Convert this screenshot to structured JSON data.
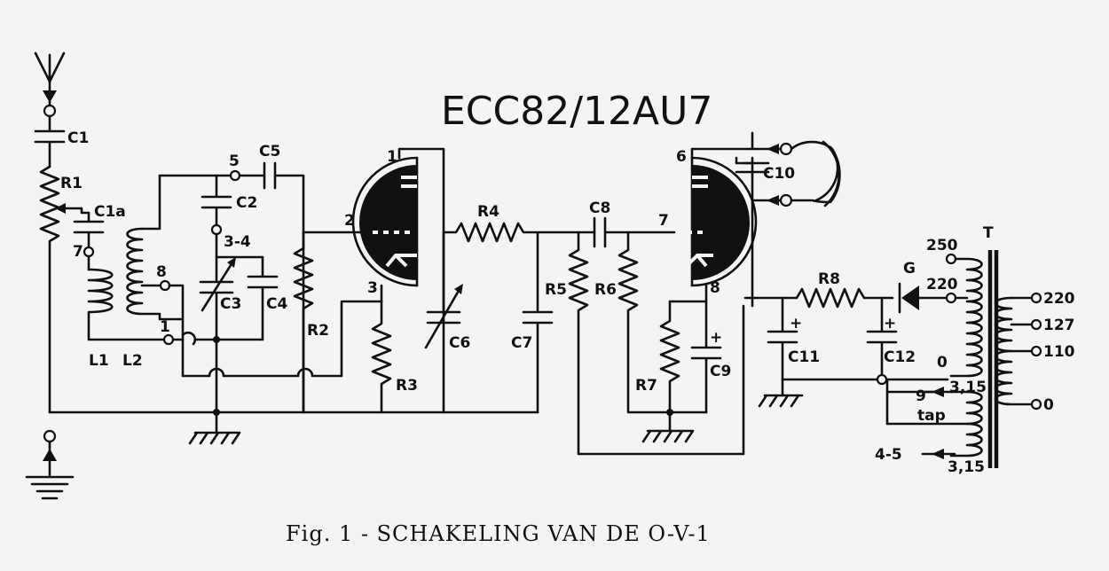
{
  "title": "ECC82/12AU7",
  "caption": "Fig. 1 - SCHAKELING VAN DE O-V-1",
  "labels": {
    "C1": "C1",
    "R1": "R1",
    "C1a": "C1a",
    "n7": "7",
    "n8": "8",
    "n1": "1",
    "L1": "L1",
    "L2": "L2",
    "n5": "5",
    "C5": "C5",
    "C2": "C2",
    "n34": "3-4",
    "C3": "C3",
    "C4": "C4",
    "R2": "R2",
    "p1": "1",
    "p2": "2",
    "p3": "3",
    "R3": "R3",
    "R4": "R4",
    "C6": "C6",
    "C7": "C7",
    "C8": "C8",
    "R5": "R5",
    "R6": "R6",
    "p6": "6",
    "p7": "7",
    "p8": "8",
    "R7": "R7",
    "C9": "C9",
    "C10": "C10",
    "C11": "C11",
    "R8": "R8",
    "G": "G",
    "C12": "C12",
    "T": "T",
    "t250": "250",
    "t220": "220",
    "t0": "0",
    "t315a": "3,15",
    "t9": "9",
    "tap": "tap",
    "t45": "4-5",
    "t315b": "3,15",
    "m220": "220",
    "m127": "127",
    "m110": "110",
    "m0": "0",
    "plus9": "+",
    "plus11": "+",
    "plus12": "+"
  }
}
